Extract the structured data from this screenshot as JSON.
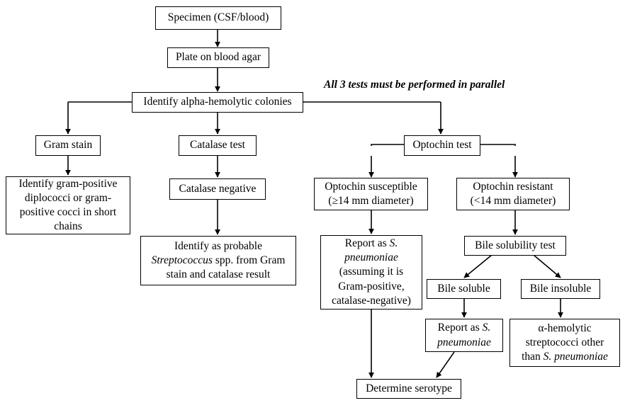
{
  "diagram": {
    "title_note": "All 3 tests must be performed in parallel",
    "nodes": {
      "specimen": "Specimen (CSF/blood)",
      "plate": "Plate on blood agar",
      "identify_alpha": "Identify alpha-hemolytic colonies",
      "gram_stain": "Gram stain",
      "catalase_test": "Catalase test",
      "optochin_test": "Optochin test",
      "gram_result_l1": "Identify gram-positive",
      "gram_result_l2": "diplococci or gram-",
      "gram_result_l3": "positive cocci in short",
      "gram_result_l4": "chains",
      "catalase_negative": "Catalase negative",
      "strep_probable_l1": "Identify as probable",
      "strep_probable_l2a": "Streptococcus",
      "strep_probable_l2b": " spp. from Gram",
      "strep_probable_l3": "stain and catalase result",
      "optochin_susceptible_l1": "Optochin susceptible",
      "optochin_susceptible_l2": "(≥14 mm diameter)",
      "optochin_resistant_l1": "Optochin resistant",
      "optochin_resistant_l2": "(<14 mm diameter)",
      "report_pneumo_full_l1a": "Report as ",
      "report_pneumo_full_l1b": "S.",
      "report_pneumo_full_l2": "pneumoniae",
      "report_pneumo_full_l3": "(assuming it is",
      "report_pneumo_full_l4": "Gram-positive,",
      "report_pneumo_full_l5": "catalase-negative)",
      "bile_solubility_test": "Bile solubility test",
      "bile_soluble": "Bile soluble",
      "bile_insoluble": "Bile insoluble",
      "report_pneumo_short_l1a": "Report as ",
      "report_pneumo_short_l1b": "S.",
      "report_pneumo_short_l2": "pneumoniae",
      "alpha_other_l1": "α-hemolytic",
      "alpha_other_l2": "streptococci other",
      "alpha_other_l3a": "than ",
      "alpha_other_l3b": "S. pneumoniae",
      "determine_serotype": "Determine serotype"
    },
    "colors": {
      "line": "#000000",
      "box_border": "#000000",
      "background": "#ffffff",
      "text": "#000000"
    }
  }
}
